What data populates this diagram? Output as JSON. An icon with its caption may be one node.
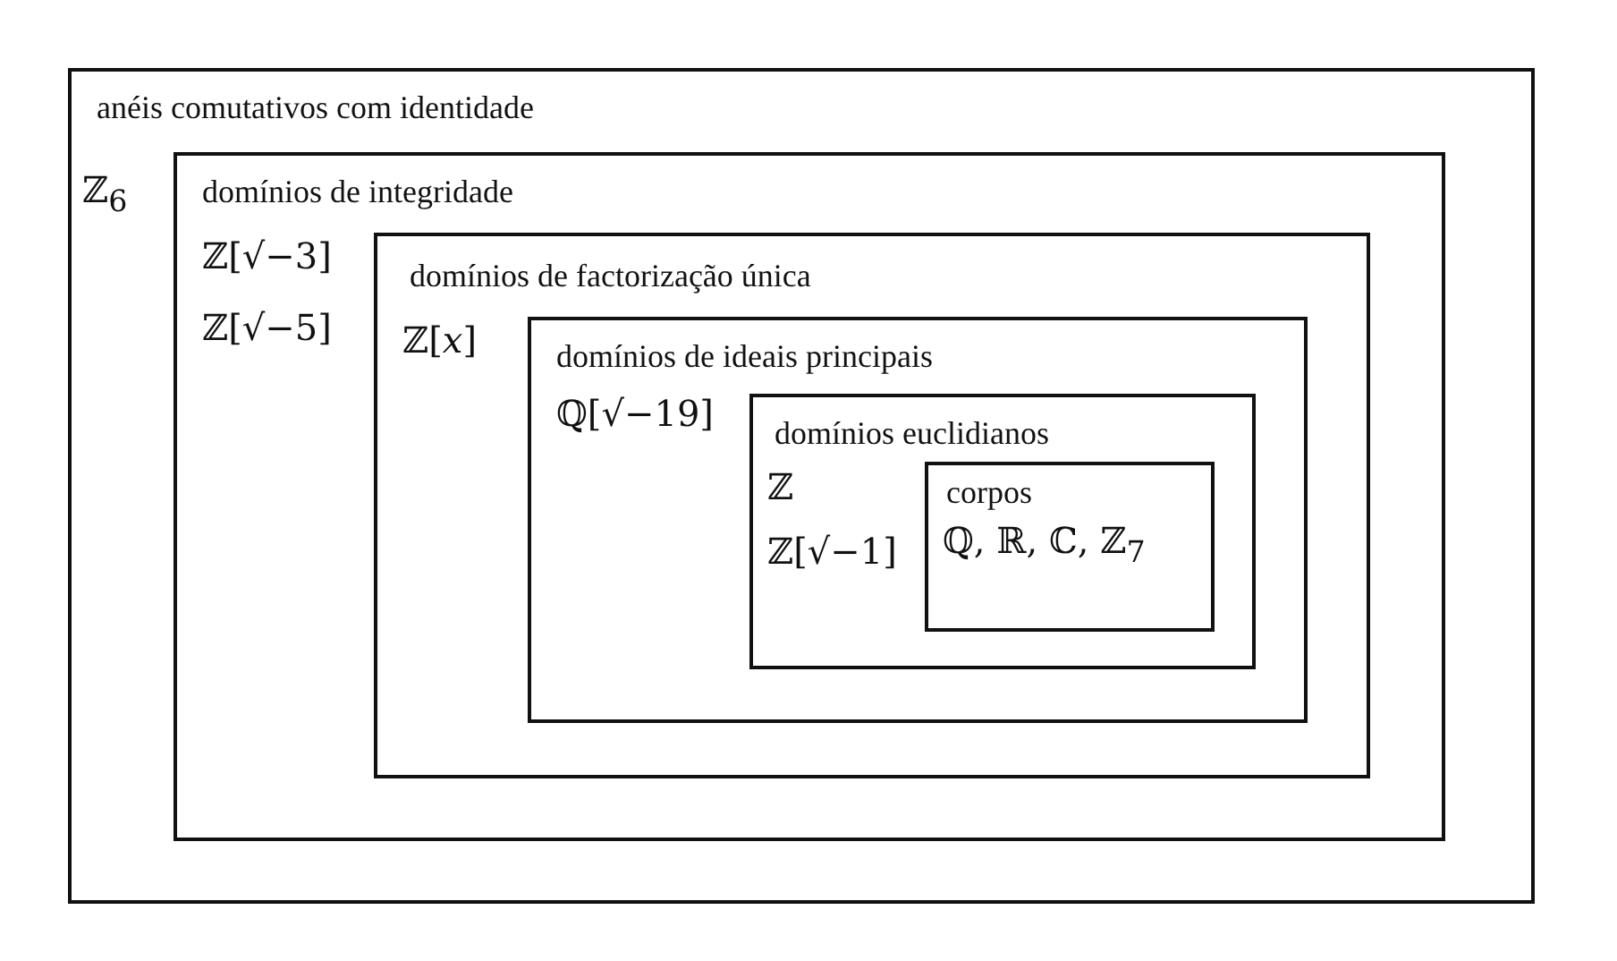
{
  "diagram": {
    "nodes": [
      {
        "text": [
          "anéis comutativos com identidade",
          "ℤ$_{6}$"
        ]
      },
      {
        "text": [
          "domínios de integridade",
          "ℤ[√−3]",
          "ℤ[√−5]"
        ],
        "in": 0
      },
      {
        "text": [
          "domínios de factorização única",
          "ℤ[*x*]"
        ],
        "in": 1
      },
      {
        "text": [
          "domínios de ideais principais",
          "ℚ[√−19]"
        ],
        "in": 2
      },
      {
        "text": [
          "domínios euclidianos",
          "ℤ",
          "ℤ[√−1]"
        ],
        "in": 3
      },
      {
        "text": [
          "corpos",
          "ℚ, ℝ, ℂ, ℤ$_{7}$"
        ],
        "in": 4
      }
    ]
  }
}
